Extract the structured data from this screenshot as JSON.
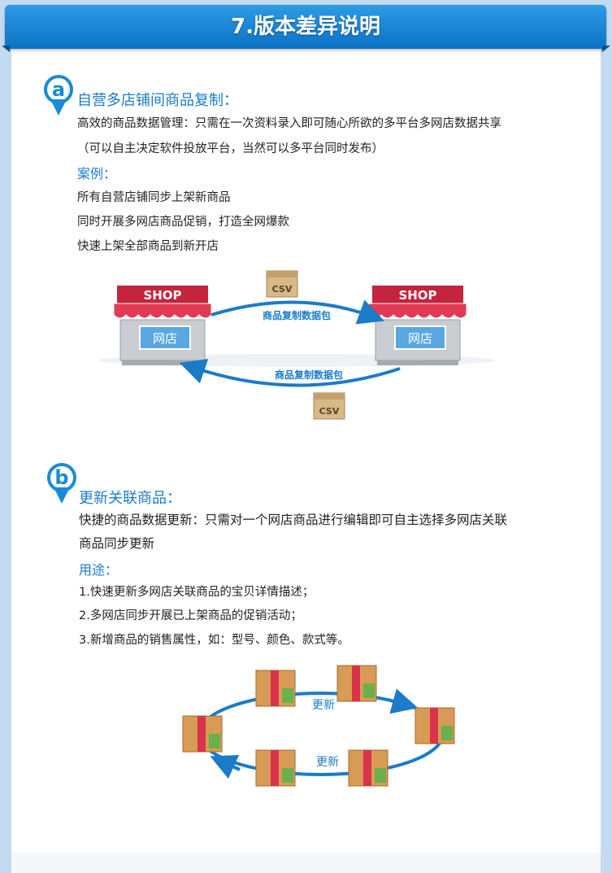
{
  "header": {
    "title": "7.版本差异说明"
  },
  "section_a": {
    "badge": "a",
    "title": "自营多店铺间商品复制：",
    "desc1": "高效的商品数据管理：只需在一次资料录入即可随心所欲的多平台多网店数据共享",
    "desc2": "（可以自主决定软件投放平台，当然可以多平台同时发布）",
    "case_title": "案例：",
    "cases": [
      "所有自营店铺同步上架新商品",
      "同时开展多网店商品促销，打造全网爆款",
      "快速上架全部商品到新开店"
    ],
    "diagram": {
      "shop_sign": "SHOP",
      "shop_label": "网店",
      "arrow_label": "商品复制数据包",
      "box_label": "CSV"
    }
  },
  "section_b": {
    "badge": "b",
    "title": "更新关联商品：",
    "desc1": "快捷的商品数据更新：只需对一个网店商品进行编辑即可自主选择多网店关联",
    "desc2": "商品同步更新",
    "use_title": "用途：",
    "uses": [
      "1.快速更新多网店关联商品的宝贝详情描述；",
      "2.多网店同步开展已上架商品的促销活动；",
      "3.新增商品的销售属性，如：型号、颜色、款式等。"
    ],
    "diagram": {
      "update_label": "更新"
    }
  },
  "colors": {
    "accent": "#1a7cc8",
    "header_blue": "#1684d6",
    "awning_red": "#d8334a"
  }
}
